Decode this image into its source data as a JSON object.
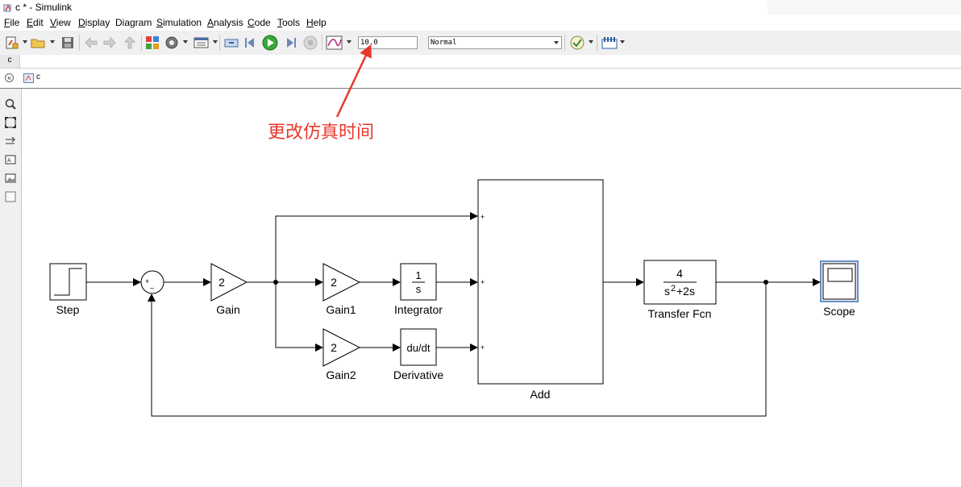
{
  "window": {
    "title": "c * - Simulink"
  },
  "menu": [
    {
      "label": "File",
      "accel": "F",
      "rest": "ile"
    },
    {
      "label": "Edit",
      "accel": "E",
      "rest": "dit"
    },
    {
      "label": "View",
      "accel": "V",
      "rest": "iew"
    },
    {
      "label": "Display",
      "accel": "D",
      "rest": "isplay"
    },
    {
      "label": "Diagram",
      "accel": "",
      "rest": "Diagram"
    },
    {
      "label": "Simulation",
      "accel": "S",
      "rest": "imulation"
    },
    {
      "label": "Analysis",
      "accel": "A",
      "rest": "nalysis"
    },
    {
      "label": "Code",
      "accel": "C",
      "rest": "ode"
    },
    {
      "label": "Tools",
      "accel": "T",
      "rest": "ools"
    },
    {
      "label": "Help",
      "accel": "H",
      "rest": "elp"
    }
  ],
  "toolbar": {
    "stop_time": "10.0",
    "sim_mode": "Normal"
  },
  "tabs": {
    "model_tab": "c"
  },
  "breadcrumb": {
    "model": "c"
  },
  "annotation": {
    "text": "更改仿真时间",
    "color": "#e8382e"
  },
  "model": {
    "blocks": {
      "step": "Step",
      "gain": {
        "name": "Gain",
        "value": "2"
      },
      "gain1": {
        "name": "Gain1",
        "value": "2"
      },
      "gain2": {
        "name": "Gain2",
        "value": "2"
      },
      "integrator": {
        "name": "Integrator",
        "num": "1",
        "den": "s"
      },
      "derivative": {
        "name": "Derivative",
        "label": "du/dt"
      },
      "add": {
        "name": "Add",
        "signs": [
          "+",
          "+",
          "+"
        ]
      },
      "transfer_fcn": {
        "name": "Transfer Fcn",
        "num": "4",
        "den_a": "s",
        "den_exp": "2",
        "den_b": "+2s"
      },
      "scope": {
        "name": "Scope"
      },
      "sum": {
        "sign_plus": "+",
        "sign_minus": "–"
      }
    }
  }
}
